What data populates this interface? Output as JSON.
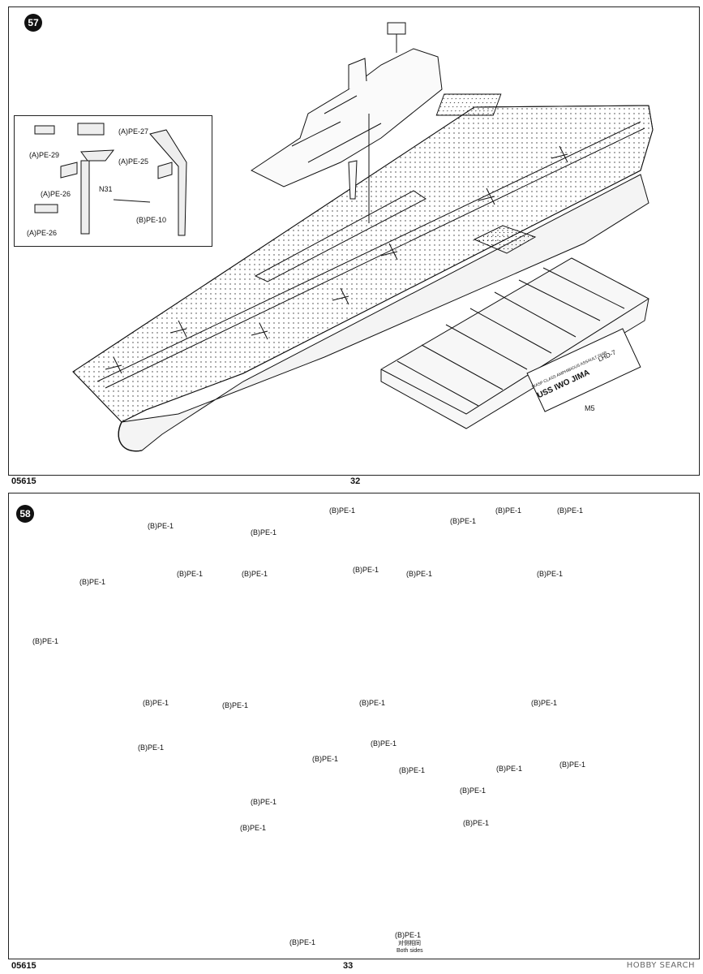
{
  "page_top": {
    "step_number": "57",
    "product_code": "05615",
    "page_number": "32",
    "inset_labels": {
      "pe27": "(A)PE-27",
      "pe29": "(A)PE-29",
      "pe25": "(A)PE-25",
      "pe26a": "(A)PE-26",
      "n31": "N31",
      "pe10": "(B)PE-10",
      "pe26b": "(A)PE-26"
    },
    "stand_plate": {
      "line1": "USS IWO JIMA",
      "line2": "LHD-7",
      "line3": "WASP CLASS AMPHIBIOUS ASSAULT SHIP",
      "part_label": "M5"
    }
  },
  "page_bottom": {
    "step_number": "58",
    "product_code": "05615",
    "page_number": "33",
    "part_label": "(B)PE-1",
    "note_cn": "对侧相同",
    "note_en": "Both sides"
  },
  "watermark": "HOBBY SEARCH"
}
